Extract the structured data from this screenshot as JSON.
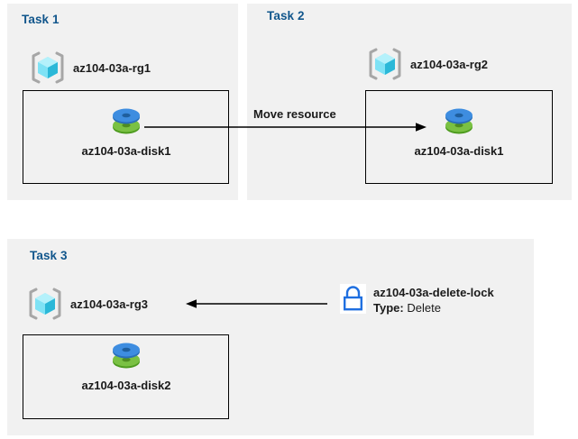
{
  "diagram": {
    "title": "Azure resource group tasks diagram",
    "colors": {
      "panel_background": "#f1f1f1",
      "page_background": "#ffffff",
      "task_title": "#11568c",
      "box_border": "#000000",
      "arrow": "#000000",
      "lock_blue": "#1f6fe0",
      "disk_blue": "#3e8de0",
      "disk_green": "#6cb02c",
      "cube_cyan": "#67e0f5",
      "bracket_gray": "#a6a6a6"
    }
  },
  "panels": [
    {
      "id": "task1",
      "title": "Task 1",
      "resource_group": {
        "label": "az104-03a-rg1",
        "icon": "resource-group-cube-icon"
      },
      "resource": {
        "label": "az104-03a-disk1",
        "icon": "managed-disk-icon"
      }
    },
    {
      "id": "task2",
      "title": "Task 2",
      "resource_group": {
        "label": "az104-03a-rg2",
        "icon": "resource-group-cube-icon"
      },
      "resource": {
        "label": "az104-03a-disk1",
        "icon": "managed-disk-icon"
      }
    },
    {
      "id": "task3",
      "title": "Task 3",
      "resource_group": {
        "label": "az104-03a-rg3",
        "icon": "resource-group-cube-icon"
      },
      "resource": {
        "label": "az104-03a-disk2",
        "icon": "managed-disk-icon"
      }
    }
  ],
  "connectors": [
    {
      "id": "move-resource",
      "caption": "Move resource",
      "direction": "right",
      "from": "task1-disk",
      "to": "task2-disk"
    },
    {
      "id": "lock-applies-to",
      "caption": "",
      "direction": "left",
      "from": "delete-lock",
      "to": "task3-resource-group"
    }
  ],
  "lock": {
    "icon": "padlock-icon",
    "name": "az104-03a-delete-lock",
    "type_label": "Type:",
    "type_value": "Delete"
  }
}
